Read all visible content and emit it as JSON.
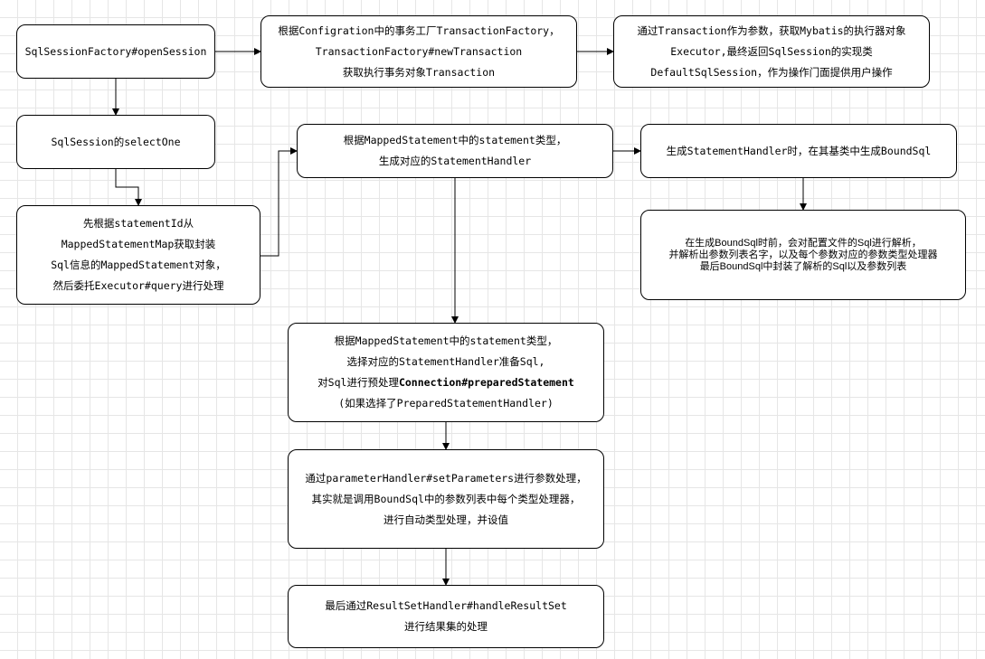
{
  "nodes": {
    "open_session": {
      "lines": [
        "SqlSessionFactory#openSession"
      ]
    },
    "transaction_factory": {
      "lines": [
        "根据Configration中的事务工厂TransactionFactory，",
        "TransactionFactory#newTransaction",
        "获取执行事务对象Transaction"
      ]
    },
    "executor": {
      "lines": [
        "通过Transaction作为参数，获取Mybatis的执行器对象",
        "Executor,最终返回SqlSession的实现类",
        "DefaultSqlSession，作为操作门面提供用户操作"
      ]
    },
    "select_one": {
      "lines": [
        "SqlSession的selectOne"
      ]
    },
    "statement_handler": {
      "lines": [
        "根据MappedStatement中的statement类型，",
        "生成对应的StatementHandler"
      ]
    },
    "bound_sql": {
      "lines": [
        "生成StatementHandler时，在其基类中生成BoundSql"
      ]
    },
    "mapped_statement": {
      "lines": [
        "先根据statementId从",
        "MappedStatementMap获取封装",
        "Sql信息的MappedStatement对象，",
        "然后委托Executor#query进行处理"
      ]
    },
    "bound_sql_parse": {
      "lines": [
        "在生成BoundSql时前，会对配置文件的Sql进行解析，",
        "并解析出参数列表名字，以及每个参数对应的参数类型处理器",
        "最后BoundSql中封装了解析的Sql以及参数列表"
      ]
    },
    "prepare": {
      "line1": "根据MappedStatement中的statement类型，",
      "line2": "选择对应的StatementHandler准备Sql,",
      "line3_prefix": "对Sql进行预处理",
      "line3_bold": "Connection#preparedStatement",
      "line4": "(如果选择了PreparedStatementHandler)"
    },
    "set_parameters": {
      "lines": [
        "通过parameterHandler#setParameters进行参数处理，",
        "其实就是调用BoundSql中的参数列表中每个类型处理器，",
        "进行自动类型处理，并设值"
      ]
    },
    "result_set": {
      "lines": [
        "最后通过ResultSetHandler#handleResultSet",
        "进行结果集的处理"
      ]
    }
  }
}
